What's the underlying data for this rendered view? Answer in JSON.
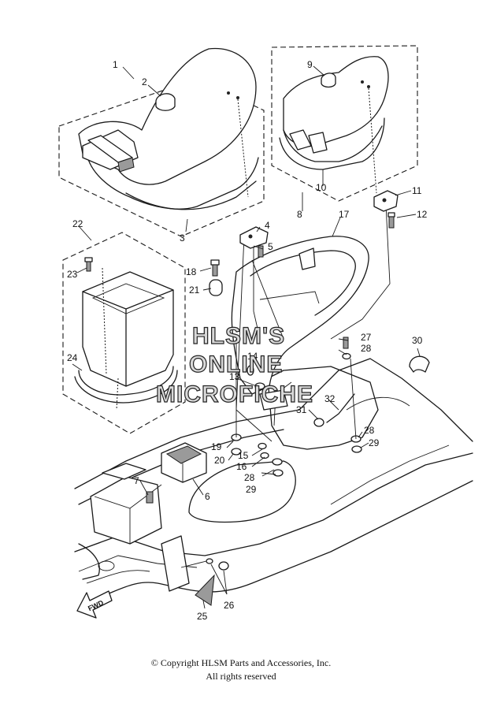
{
  "callouts": [
    "1",
    "2",
    "3",
    "4",
    "5",
    "6",
    "7",
    "8",
    "9",
    "10",
    "11",
    "12",
    "13",
    "14",
    "15",
    "16",
    "17",
    "18",
    "19",
    "20",
    "21",
    "22",
    "23",
    "24",
    "25",
    "26",
    "27",
    "28",
    "28",
    "28",
    "29",
    "29",
    "30",
    "31",
    "32"
  ],
  "watermark": {
    "line1": "HLSM'S",
    "line2": "ONLINE",
    "line3": "MICROFICHE"
  },
  "fwd_label": "FWD",
  "footer": {
    "copyright": "© Copyright HLSM Parts and Accessories, Inc.",
    "rights": "All rights reserved"
  }
}
